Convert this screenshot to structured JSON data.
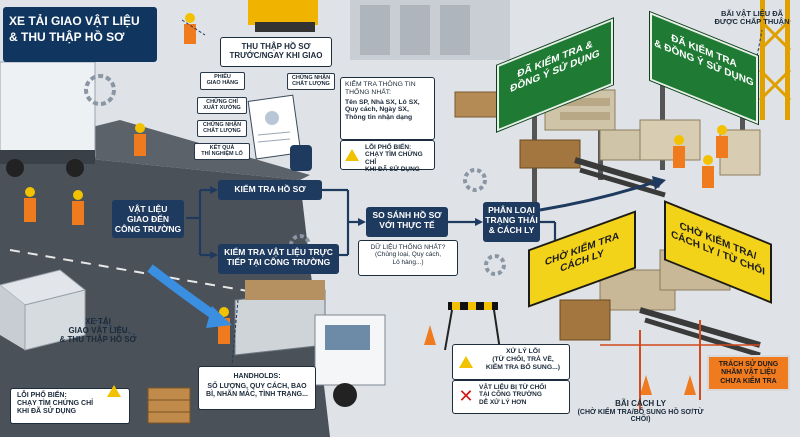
{
  "title": {
    "line1": "XE TẢI GIAO VẬT LIỆU",
    "line2": "& THU THẬP HỒ SƠ"
  },
  "collect_docs": {
    "line1": "THU THẬP HỒ SƠ",
    "line2": "TRƯỚC/NGAY KHI GIAO"
  },
  "doc_tags": {
    "delivery_slip": [
      "PHIẾU",
      "GIAO HÀNG"
    ],
    "factory_cert": [
      "CHỨNG CHỈ",
      "XUẤT XƯỞNG"
    ],
    "quality_cert": [
      "CHỨNG NHẬN",
      "CHẤT LƯỢNG"
    ],
    "test_result": [
      "KẾT QUẢ",
      "THÍ NGHIỆM LÔ"
    ],
    "quality_cert_2": [
      "CHỨNG NHẬN",
      "CHẤT LƯỢNG"
    ]
  },
  "check_info": {
    "heading": [
      "KIỂM TRA THÔNG TIN",
      "THỐNG NHẤT:"
    ],
    "body": [
      "Tên SP, Nhà SX, Lô SX,",
      "Quy cách, Ngày SX,",
      "Thông tin nhận dạng"
    ]
  },
  "common_error_top": {
    "label": "LỖI PHỔ BIẾN:",
    "text": [
      "CHẠY TÌM CHỨNG CHỈ",
      "KHI ĐÃ SỬ DỤNG"
    ]
  },
  "flow": {
    "materials_arrive": [
      "VẬT LIỆU",
      "GIAO ĐẾN",
      "CÔNG TRƯỜNG"
    ],
    "check_docs": "KIỂM TRA HỒ SƠ",
    "check_onsite": [
      "KIỂM TRA VẬT LIỆU TRỰC",
      "TIẾP TẠI CÔNG TRƯỜNG"
    ],
    "compare": [
      "SO SÁNH HỒ SƠ",
      "VỚI THỰC TẾ"
    ],
    "compare_question": [
      "DỮ LIỆU THỐNG NHẤT?",
      "(Chủng loại, Quy cách,",
      "Lô hàng...)"
    ],
    "classify": [
      "PHÂN LOẠI",
      "TRẠNG THÁI",
      "& CÁCH LY"
    ]
  },
  "signs": {
    "approved_1": [
      "ĐÃ KIỂM TRA &",
      "ĐỒNG Ý SỬ DỤNG"
    ],
    "approved_2": [
      "ĐÃ KIỂM TRA",
      "& ĐỒNG Ý SỬ DỤNG"
    ],
    "approved_yard": [
      "BÃI VẬT LIỆU ĐÃ",
      "ĐƯỢC CHẤP THUẬN"
    ],
    "pending_1": [
      "CHỜ KIỂM TRA",
      "CÁCH LY"
    ],
    "pending_2": [
      "CHỜ KIỂM TRA/",
      "CÁCH LY / TỪ CHỐI"
    ]
  },
  "error_handling": {
    "title": "XỬ LÝ LỖI",
    "text": [
      "(TỪ CHỐI, TRẢ VỀ,",
      "KIỂM TRA BỔ SUNG...)"
    ]
  },
  "rejected": [
    "VẬT LIỆU BỊ TỪ CHỐI",
    "TẠI CÔNG TRƯỜNG",
    "DỄ XỬ LÝ HƠN"
  ],
  "quarantine_yard": [
    "BÃI CÁCH LY",
    "(CHỜ KIỂM TRA/BỔ SUNG HỒ SƠ/TỪ CHỐI)"
  ],
  "violation": [
    "TRÁCH SỬ DỤNG",
    "NHẦM VẬT LIỆU",
    "CHƯA KIỂM TRA"
  ],
  "bottom_truck_label": [
    "XE TẢI",
    "GIAO VẬT LIỆU",
    "& THU THẬP HỒ SƠ"
  ],
  "common_error_bottom": {
    "label": "LỖI PHỔ BIẾN:",
    "text": [
      "CHẠY TÌM CHỨNG CHỈ",
      "KHI ĐÃ SỬ DỤNG"
    ]
  },
  "handholds": {
    "heading": "HANDHOLDS:",
    "text": [
      "SỐ LƯỢNG, QUY CÁCH, BAO",
      "BÌ, NHÃN MÁC, TÌNH TRẠNG..."
    ]
  },
  "colors": {
    "navy": "#1f3a5f",
    "green": "#1f7a34",
    "yellow": "#f3d21a",
    "orange": "#f07a1e",
    "warning": "#f2c200"
  }
}
